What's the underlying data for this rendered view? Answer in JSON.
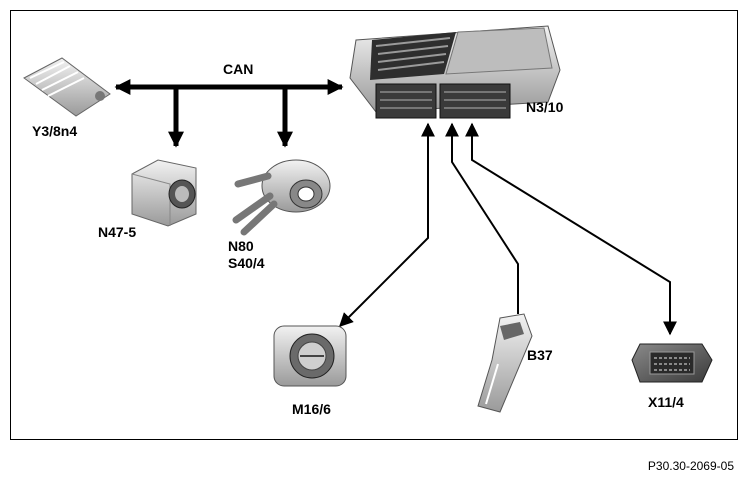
{
  "bus": {
    "label": "CAN"
  },
  "components": {
    "ecu": "N3/10",
    "actuator_y": "Y3/8n4",
    "module_n47": "N47-5",
    "module_n80": "N80",
    "switch_s40": "S40/4",
    "throttle": "M16/6",
    "pedal": "B37",
    "connector": "X11/4"
  },
  "figure_ref": "P30.30-2069-05",
  "colors": {
    "line": "#000000",
    "device_light": "#d8d8d8",
    "device_dark": "#5a5a5a"
  }
}
